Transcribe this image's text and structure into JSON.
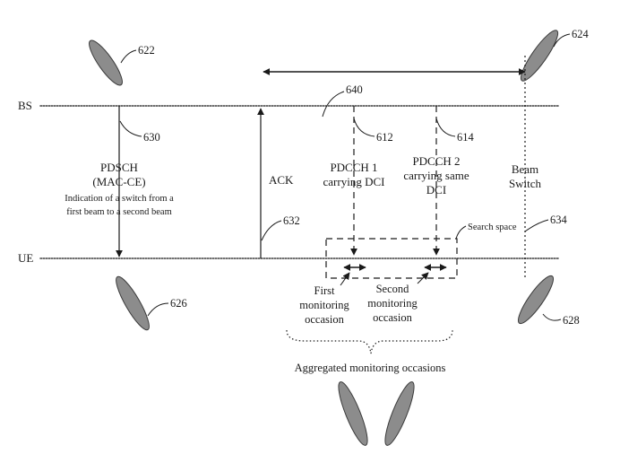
{
  "axes": {
    "bs": "BS",
    "ue": "UE"
  },
  "refs": {
    "r622": "622",
    "r624": "624",
    "r626": "626",
    "r628": "628",
    "r630": "630",
    "r612": "612",
    "r614": "614",
    "r640": "640",
    "r632": "632",
    "r634": "634"
  },
  "labels": {
    "pdsch_line1": "PDSCH",
    "pdsch_line2": "(MAC-CE)",
    "indication_line1": "Indication of a switch from a",
    "indication_line2": "first beam to a second beam",
    "ack": "ACK",
    "pdcch1_line1": "PDCCH 1",
    "pdcch1_line2": "carrying DCI",
    "pdcch2_line1": "PDCCH 2",
    "pdcch2_line2": "carrying same",
    "pdcch2_line3": "DCI",
    "beam_switch_line1": "Beam",
    "beam_switch_line2": "Switch",
    "search_space": "Search space",
    "first_mo_line1": "First",
    "first_mo_line2": "monitoring",
    "first_mo_line3": "occasion",
    "second_mo_line1": "Second",
    "second_mo_line2": "monitoring",
    "second_mo_line3": "occasion",
    "aggregated": "Aggregated monitoring occasions"
  }
}
